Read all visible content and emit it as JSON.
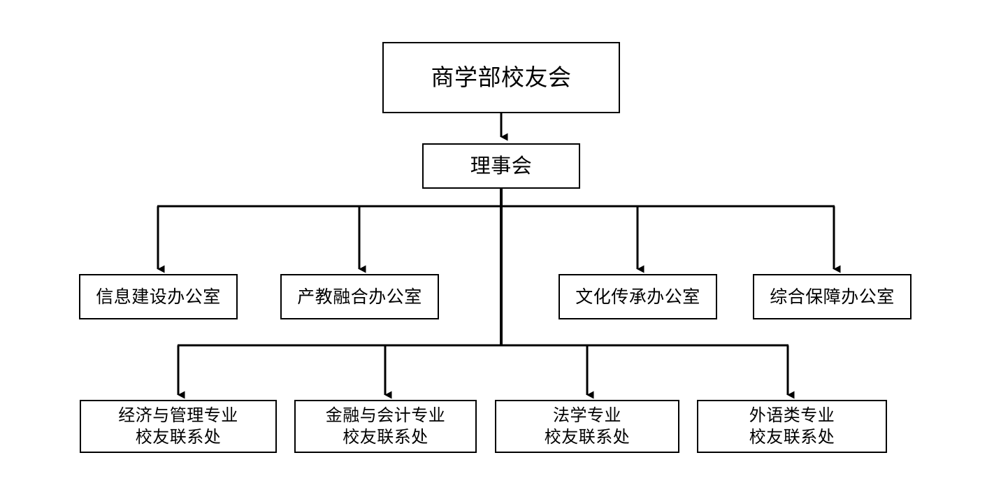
{
  "diagram": {
    "type": "organization-chart",
    "title_node": "商学部校友会",
    "colors": {
      "line": "#000000",
      "box_border": "#000000",
      "background": "#ffffff",
      "text": "#000000"
    },
    "nodes": {
      "root": {
        "label": "商学部校友会"
      },
      "board": {
        "label": "理事会"
      },
      "offices": [
        {
          "label": "信息建设办公室"
        },
        {
          "label": "产教融合办公室"
        },
        {
          "label": "文化传承办公室"
        },
        {
          "label": "综合保障办公室"
        }
      ],
      "liaisons": [
        {
          "label": "经济与管理专业\n校友联系处"
        },
        {
          "label": "金融与会计专业\n校友联系处"
        },
        {
          "label": "法学专业\n校友联系处"
        },
        {
          "label": "外语类专业\n校友联系处"
        }
      ]
    }
  }
}
